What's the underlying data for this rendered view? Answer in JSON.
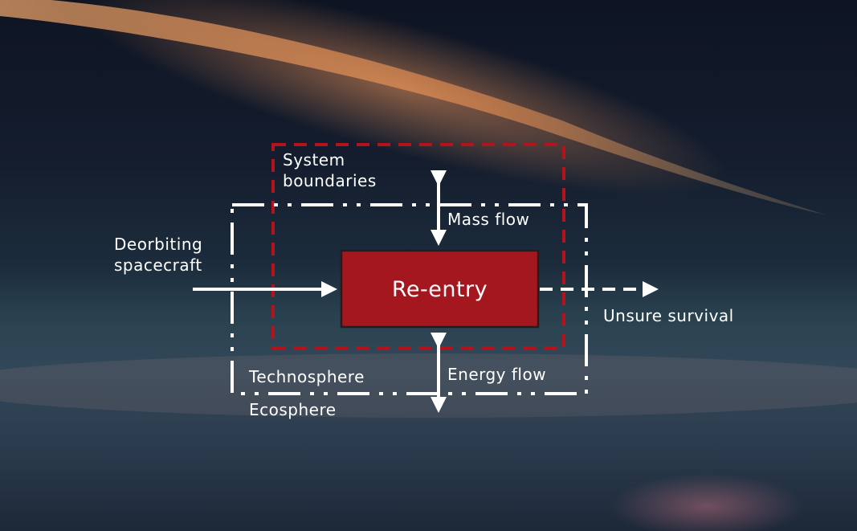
{
  "diagram": {
    "system_boundaries": "System boundaries",
    "system_boundaries_line1": "System",
    "system_boundaries_line2": "boundaries",
    "mass_flow": "Mass flow",
    "energy_flow": "Energy flow",
    "input_line1": "Deorbiting",
    "input_line2": "spacecraft",
    "process": "Re-entry",
    "output": "Unsure survival",
    "technosphere": "Technosphere",
    "ecosphere": "Ecosphere"
  },
  "colors": {
    "process_fill": "#a5171f",
    "system_boundary": "#b3141c",
    "arrows": "#ffffff"
  }
}
